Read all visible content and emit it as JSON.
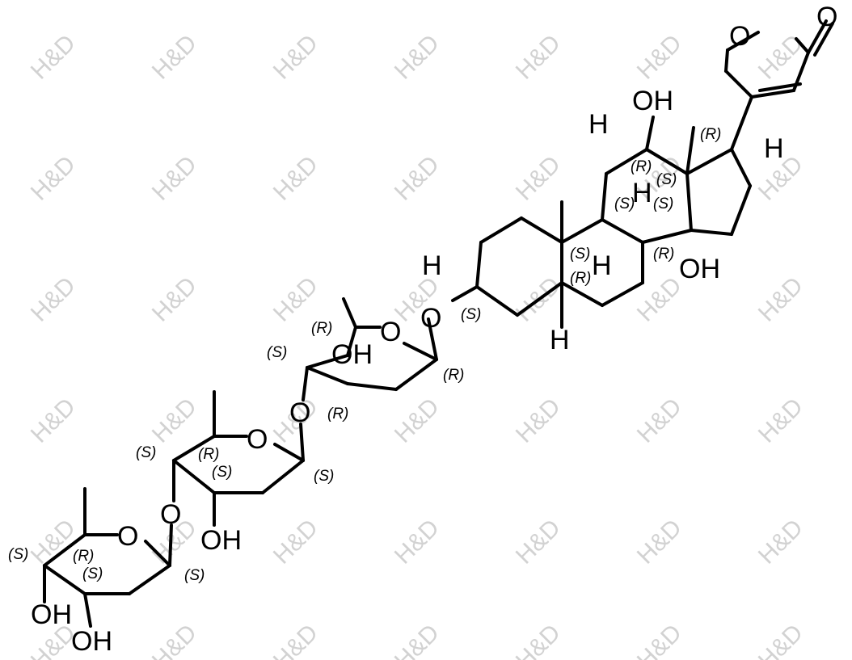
{
  "watermark": "H&D",
  "atoms": {
    "lactone_o": "O",
    "carbonyl_o": "O",
    "oh12": "OH",
    "h12": "H",
    "h17": "H",
    "h8": "H",
    "h9": "H",
    "h5": "H",
    "h3": "H",
    "oh14": "OH",
    "o_link3": "O",
    "ring_o1": "O",
    "oh_s1": "OH",
    "o_link2": "O",
    "ring_o2": "O",
    "oh_s2": "OH",
    "o_link1": "O",
    "ring_o3": "O",
    "oh_s3a": "OH",
    "oh_s3b": "OH"
  },
  "stereo": {
    "c17": "(R)",
    "c12": "(R)",
    "c13": "(S)",
    "c8": "(S)",
    "c14": "(S)",
    "c9": "(S)",
    "c10": "(R)",
    "c14b": "(R)",
    "c3": "(S)",
    "s1_c1": "(R)",
    "s1_c3": "(R)",
    "s1_c4": "(S)",
    "s1_c5": "(R)",
    "s2_c4": "(S)",
    "s2_c5": "(R)",
    "s2_c3": "(S)",
    "s2_c1": "(S)",
    "s3_c4": "(S)",
    "s3_c5": "(R)",
    "s3_c3": "(S)",
    "s3_c1": "(S)"
  }
}
